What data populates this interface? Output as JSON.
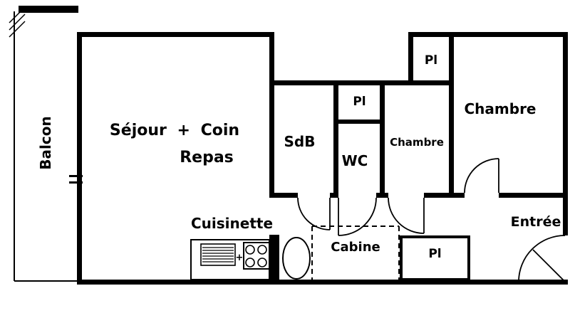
{
  "type": "floor-plan",
  "rooms": {
    "balcon": "Balcon",
    "sejour_line1": "Séjour + Coin",
    "sejour_line2": "Repas",
    "sdb": "SdB",
    "pl_middle": "Pl",
    "wc": "WC",
    "chambre_small": "Chambre",
    "pl_top_right": "Pl",
    "chambre_large": "Chambre",
    "cuisinette": "Cuisinette",
    "cabine": "Cabine",
    "pl_entrance": "Pl",
    "entree": "Entrée",
    "kitchen_plus": "+"
  },
  "colors": {
    "wall": "#000000",
    "background": "#ffffff"
  }
}
